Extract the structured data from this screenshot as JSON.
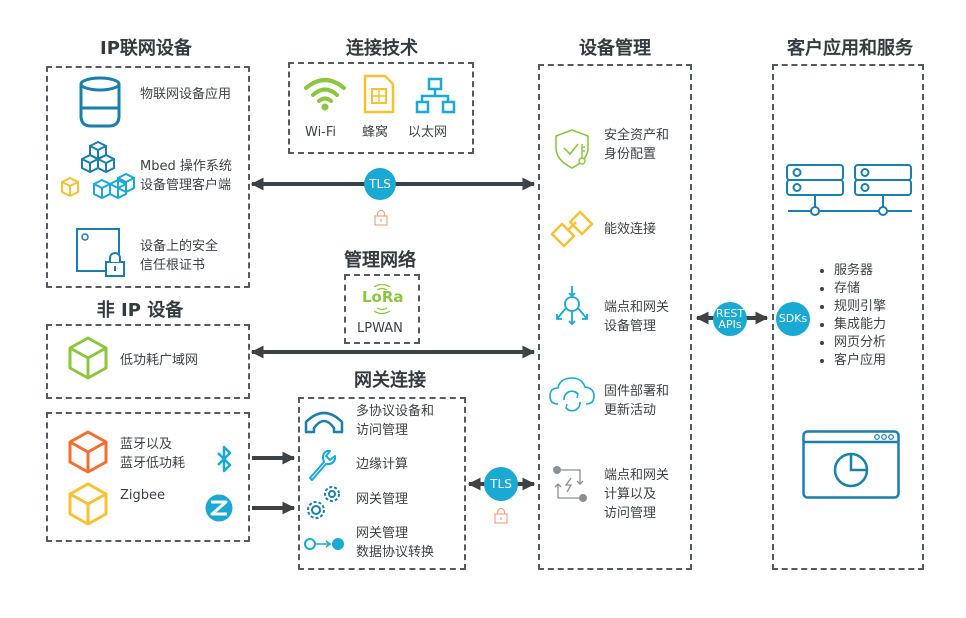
{
  "columns": {
    "ip_devices": {
      "title": "IP联网设备",
      "items": [
        {
          "label": "物联网设备应用",
          "icon": "smart-speaker-icon"
        },
        {
          "label": "Mbed 操作系统\n设备管理客户端",
          "icon": "cubes-icon"
        },
        {
          "label": "设备上的安全\n信任根证书",
          "icon": "secure-chip-icon"
        }
      ]
    },
    "non_ip_devices": {
      "title": "非 IP 设备",
      "lpwan_item": {
        "label": "低功耗广域网",
        "icon": "cube-green-icon"
      },
      "short_range": [
        {
          "label": "蓝牙以及\n蓝牙低功耗",
          "icon": "cube-orange-icon",
          "protocol_icon": "bluetooth-icon"
        },
        {
          "label": "Zigbee",
          "icon": "cube-yellow-icon",
          "protocol_icon": "zigbee-icon"
        }
      ]
    },
    "connectivity": {
      "title": "连接技术",
      "items": [
        {
          "label": "Wi-Fi",
          "icon": "wifi-icon"
        },
        {
          "label": "蜂窝",
          "icon": "sim-card-icon"
        },
        {
          "label": "以太网",
          "icon": "ethernet-icon"
        }
      ]
    },
    "management_network": {
      "title": "管理网络",
      "logo_text": "LoRa",
      "label": "LPWAN"
    },
    "gateway": {
      "title": "网关连接",
      "items": [
        {
          "label": "多协议设备和\n访问管理",
          "icon": "bridge-icon"
        },
        {
          "label": "边缘计算",
          "icon": "wrench-icon"
        },
        {
          "label": "网关管理",
          "icon": "gears-icon"
        },
        {
          "label": "网关管理\n数据协议转换",
          "icon": "data-convert-icon"
        }
      ]
    },
    "device_management": {
      "title": "设备管理",
      "items": [
        {
          "label": "安全资产和\n身份配置",
          "icon": "shield-key-icon"
        },
        {
          "label": "能效连接",
          "icon": "satellite-icon"
        },
        {
          "label": "端点和网关\n设备管理",
          "icon": "endpoint-network-icon"
        },
        {
          "label": "固件部署和\n更新活动",
          "icon": "cloud-sync-icon"
        },
        {
          "label": "端点和网关\n计算以及\n访问管理",
          "icon": "compute-flow-icon"
        }
      ]
    },
    "customer_apps": {
      "title": "客户应用和服务",
      "bullets": [
        "服务器",
        "存储",
        "规则引擎",
        "集成能力",
        "网页分析",
        "客户应用"
      ]
    }
  },
  "badges": {
    "tls_top": "TLS",
    "tls_bottom": "TLS",
    "rest_apis": "REST\nAPIs",
    "sdks": "SDKs"
  },
  "colors": {
    "accent_blue": "#19a9d3",
    "dark_blue": "#1a7fae",
    "green": "#8cc63f",
    "yellow": "#f6c234",
    "orange": "#f26f31",
    "lock": "#f2a386",
    "arrow": "#3d4247"
  }
}
